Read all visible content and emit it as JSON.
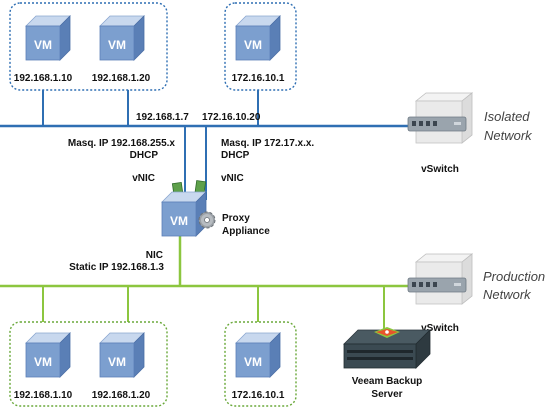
{
  "colors": {
    "isolated_line": "#2f6fb3",
    "production_line": "#8cc63f",
    "isolated_box_border": "#2f6fb3",
    "production_box_border": "#6aa83a",
    "vm_face": "#7c9fcf",
    "vm_top": "#b9cde8",
    "vm_side": "#5a7fb6"
  },
  "isolated_network": {
    "label_line1": "Isolated",
    "label_line2": "Network",
    "vswitch_label": "vSwitch",
    "groups": [
      {
        "vms": [
          {
            "icon": "VM",
            "ip": "192.168.1.10"
          },
          {
            "icon": "VM",
            "ip": "192.168.1.20"
          }
        ]
      },
      {
        "vms": [
          {
            "icon": "VM",
            "ip": "172.16.10.1"
          }
        ]
      }
    ],
    "gateway_ips": [
      "192.168.1.7",
      "172.16.10.20"
    ]
  },
  "proxy": {
    "icon": "VM",
    "label_line1": "Proxy",
    "label_line2": "Appliance",
    "nic_left": {
      "line1": "Masq. IP 192.168.255.x",
      "line2": "DHCP",
      "line3": "vNIC"
    },
    "nic_right": {
      "line1": "Masq. IP 172.17.x.x.",
      "line2": "DHCP",
      "line3": "vNIC"
    },
    "nic_bottom": {
      "line1": "NIC",
      "line2": "Static IP 192.168.1.3"
    }
  },
  "production_network": {
    "label_line1": "Production",
    "label_line2": "Network",
    "vswitch_label": "vSwitch",
    "groups": [
      {
        "vms": [
          {
            "icon": "VM",
            "ip": "192.168.1.10"
          },
          {
            "icon": "VM",
            "ip": "192.168.1.20"
          }
        ]
      },
      {
        "vms": [
          {
            "icon": "VM",
            "ip": "172.16.10.1"
          }
        ]
      }
    ],
    "backup_server": {
      "label_line1": "Veeam Backup",
      "label_line2": "Server"
    }
  }
}
